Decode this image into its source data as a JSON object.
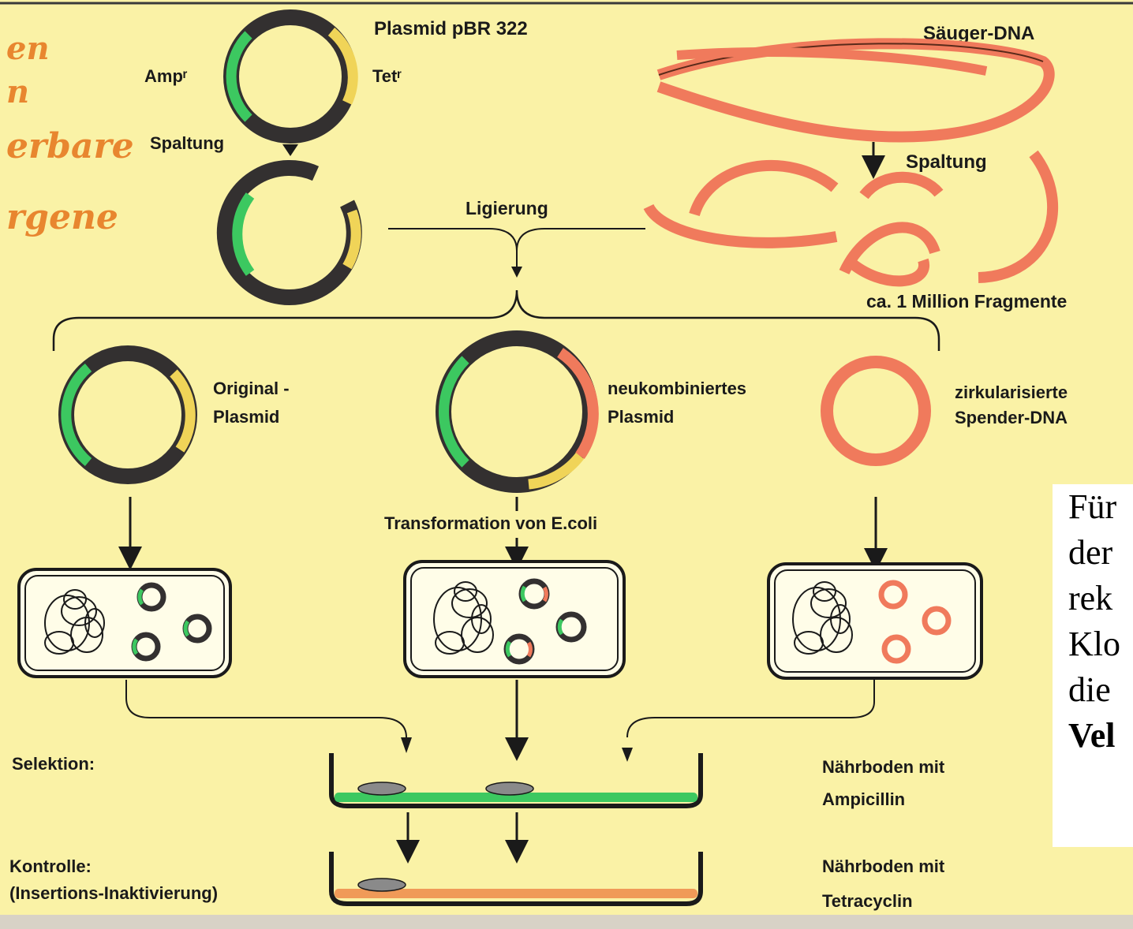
{
  "handwriting": [
    "en",
    "n",
    "erbare",
    "rgene"
  ],
  "labels": {
    "plasmid_title": "Plasmid  pBR 322",
    "amp": "Ampʳ",
    "tet": "Tetʳ",
    "mammal_dna": "Säuger-DNA",
    "cleavage_left": "Spaltung",
    "cleavage_right": "Spaltung",
    "ligation": "Ligierung",
    "fragments": "ca. 1 Million Fragmente",
    "original_1": "Original -",
    "original_2": "Plasmid",
    "recomb_1": "neukombiniertes",
    "recomb_2": "Plasmid",
    "donor_1": "zirkularisierte",
    "donor_2": "Spender-DNA",
    "transformation": "Transformation von E.coli",
    "selection": "Selektion:",
    "control_1": "Kontrolle:",
    "control_2": "(Insertions-Inaktivierung)",
    "medium_amp_1": "Nährboden mit",
    "medium_amp_2": "Ampicillin",
    "medium_tet_1": "Nährboden mit",
    "medium_tet_2": "Tetracyclin"
  },
  "side_note": [
    "Für",
    "der",
    " rek",
    "Klo",
    " die",
    "Vel"
  ],
  "colors": {
    "background": "#faf2a6",
    "plasmid_dark": "#333030",
    "amp_green": "#3cc860",
    "tet_yellow": "#f0d458",
    "donor_salmon": "#f07a5c",
    "handwriting": "#e8862f"
  }
}
